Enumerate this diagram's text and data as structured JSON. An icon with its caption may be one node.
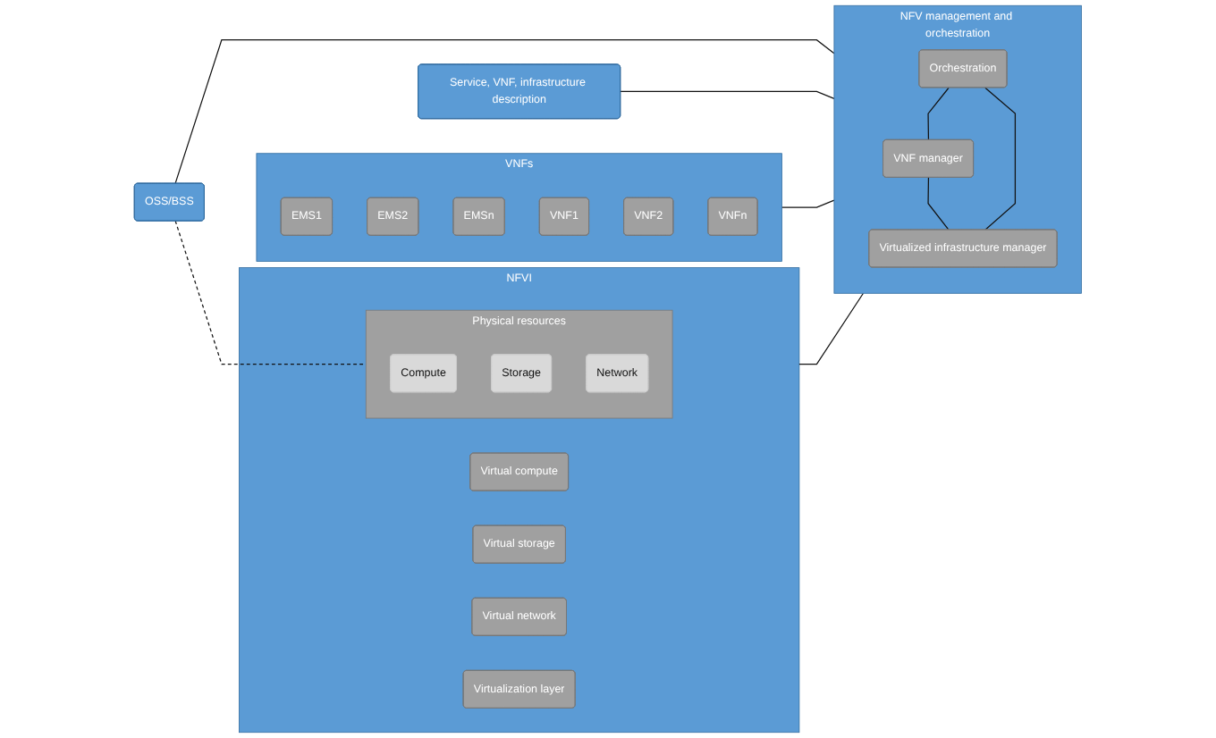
{
  "diagram": {
    "nodes": [
      {
        "text": [
          "OSS/BSS"
        ]
      },
      {
        "text": [
          "Service, VNF, infrastructure description"
        ]
      },
      {
        "text": [
          "VNFs"
        ]
      },
      {
        "text": [
          "EMS1"
        ],
        "in": 2
      },
      {
        "text": [
          "EMS2"
        ],
        "in": 2
      },
      {
        "text": [
          "EMSn"
        ],
        "in": 2
      },
      {
        "text": [
          "VNF1"
        ],
        "in": 2
      },
      {
        "text": [
          "VNF2"
        ],
        "in": 2
      },
      {
        "text": [
          "VNFn"
        ],
        "in": 2
      },
      {
        "text": [
          "NFVI"
        ]
      },
      {
        "text": [
          "Virtual compute"
        ],
        "in": 9
      },
      {
        "text": [
          "Virtual storage"
        ],
        "in": 9
      },
      {
        "text": [
          "Virtual network"
        ],
        "in": 9
      },
      {
        "text": [
          "Virtualization layer"
        ],
        "in": 9
      },
      {
        "text": [
          "Physical resources"
        ],
        "in": 9
      },
      {
        "text": [
          "Compute"
        ],
        "in": 14
      },
      {
        "text": [
          "Storage"
        ],
        "in": 14
      },
      {
        "text": [
          "Network"
        ],
        "in": 14
      },
      {
        "text": [
          "NFV management and orchestration"
        ]
      },
      {
        "text": [
          "Orchestration"
        ],
        "in": 18
      },
      {
        "text": [
          "VNF manager"
        ],
        "in": 18
      },
      {
        "text": [
          "Virtualized infrastructure manager"
        ],
        "in": 18
      }
    ],
    "edges": [
      {
        "from": 0,
        "to": 18,
        "arrow": "none"
      },
      {
        "from": 1,
        "to": 18,
        "arrow": "none"
      },
      {
        "from": 2,
        "to": 18,
        "arrow": "none"
      },
      {
        "from": 9,
        "to": 18,
        "arrow": "none"
      },
      {
        "from": 0,
        "to": 14,
        "arrow": "none",
        "style": "dashed"
      },
      {
        "from": 19,
        "to": 20,
        "arrow": "none"
      },
      {
        "from": 20,
        "to": 21,
        "arrow": "none"
      },
      {
        "from": 19,
        "to": 21,
        "arrow": "none"
      }
    ]
  }
}
